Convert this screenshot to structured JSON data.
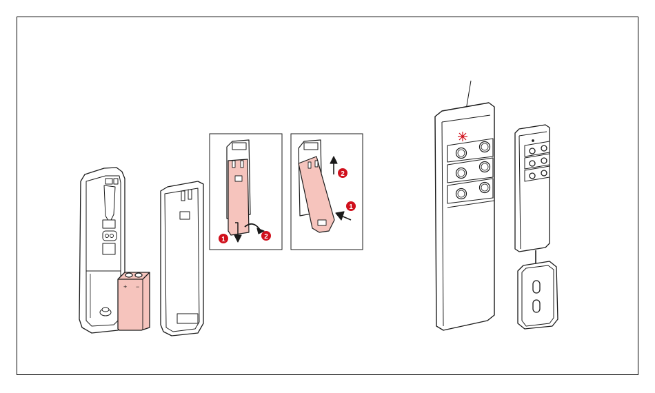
{
  "colors": {
    "line": "#1a1a1a",
    "highlight": "#f6c4bd",
    "marker": "#d0101c",
    "device": "#ffffff"
  },
  "figure": {
    "steps": {
      "step1": "1",
      "step2": "2"
    },
    "icons": [
      "battery-compartment",
      "battery-9v-icon",
      "battery-cover",
      "cover-removal-inset",
      "cover-insertion-inset",
      "remote-control-large",
      "remote-control-small",
      "wall-holder",
      "led-indicator-icon",
      "arrow-down-icon"
    ]
  }
}
